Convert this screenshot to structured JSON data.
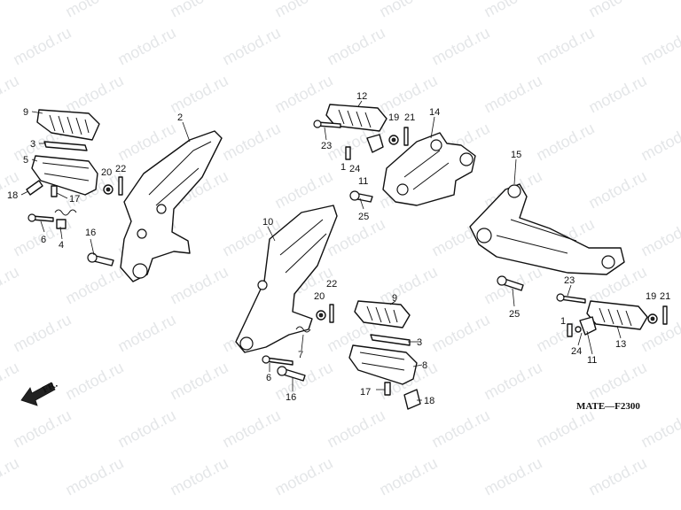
{
  "watermark": "motod.ru",
  "drawing_code": "MATE—F2300",
  "front_label": "FR.",
  "callouts": [
    {
      "id": "c9a",
      "label": "9"
    },
    {
      "id": "c3a",
      "label": "3"
    },
    {
      "id": "c5",
      "label": "5"
    },
    {
      "id": "c18a",
      "label": "18"
    },
    {
      "id": "c17a",
      "label": "17"
    },
    {
      "id": "c6a",
      "label": "6"
    },
    {
      "id": "c4",
      "label": "4"
    },
    {
      "id": "c20a",
      "label": "20"
    },
    {
      "id": "c22a",
      "label": "22"
    },
    {
      "id": "c2",
      "label": "2"
    },
    {
      "id": "c16a",
      "label": "16"
    },
    {
      "id": "c12",
      "label": "12"
    },
    {
      "id": "c19a",
      "label": "19"
    },
    {
      "id": "c21a",
      "label": "21"
    },
    {
      "id": "c14",
      "label": "14"
    },
    {
      "id": "c23a",
      "label": "23"
    },
    {
      "id": "c1a",
      "label": "1"
    },
    {
      "id": "c24a",
      "label": "24"
    },
    {
      "id": "c11a",
      "label": "11"
    },
    {
      "id": "c25a",
      "label": "25"
    },
    {
      "id": "c15",
      "label": "15"
    },
    {
      "id": "c10",
      "label": "10"
    },
    {
      "id": "c20b",
      "label": "20"
    },
    {
      "id": "c22b",
      "label": "22"
    },
    {
      "id": "c7",
      "label": "7"
    },
    {
      "id": "c6b",
      "label": "6"
    },
    {
      "id": "c16b",
      "label": "16"
    },
    {
      "id": "c9b",
      "label": "9"
    },
    {
      "id": "c3b",
      "label": "3"
    },
    {
      "id": "c8",
      "label": "8"
    },
    {
      "id": "c17b",
      "label": "17"
    },
    {
      "id": "c18b",
      "label": "18"
    },
    {
      "id": "c25b",
      "label": "25"
    },
    {
      "id": "c23b",
      "label": "23"
    },
    {
      "id": "c19b",
      "label": "19"
    },
    {
      "id": "c21b",
      "label": "21"
    },
    {
      "id": "c1b",
      "label": "1"
    },
    {
      "id": "c13",
      "label": "13"
    },
    {
      "id": "c24b",
      "label": "24"
    },
    {
      "id": "c11b",
      "label": "11"
    }
  ]
}
